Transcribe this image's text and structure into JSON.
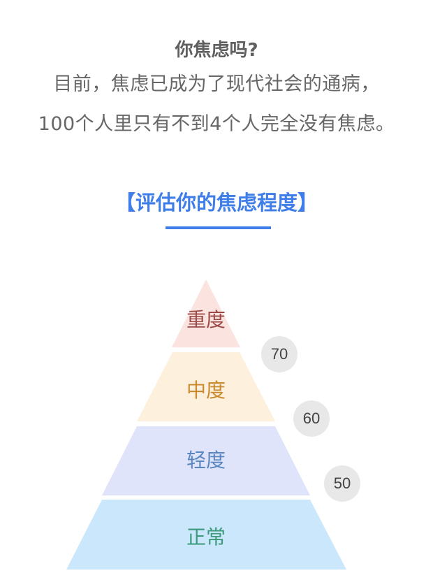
{
  "intro": {
    "question": "你焦虑吗?",
    "line1": "目前，焦虑已成为了现代社会的通病，",
    "line2": "100个人里只有不到4个人完全没有焦虑。"
  },
  "section": {
    "title": "【评估你的焦虑程度】",
    "accent_color": "#3f7ee8"
  },
  "pyramid": {
    "tiers": [
      {
        "label": "重度",
        "fill": "#fbe3df",
        "text_color": "#9b4a48"
      },
      {
        "label": "中度",
        "fill": "#fdf0dd",
        "text_color": "#c98a2e"
      },
      {
        "label": "轻度",
        "fill": "#e0e4fb",
        "text_color": "#5a86c0"
      },
      {
        "label": "正常",
        "fill": "#cbe7fb",
        "text_color": "#3c9a7c"
      }
    ],
    "thresholds": [
      "70",
      "60",
      "50"
    ]
  }
}
